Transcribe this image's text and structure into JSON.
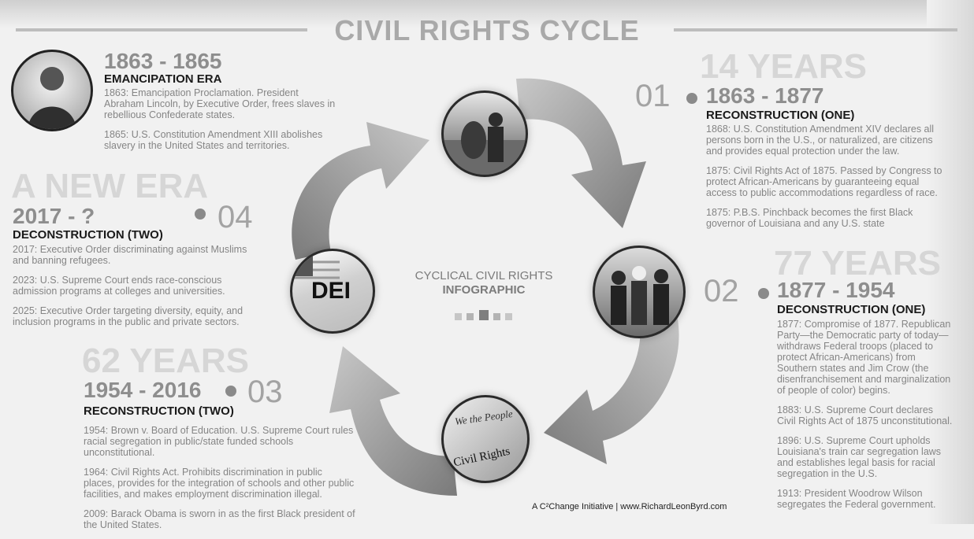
{
  "title": "CIVIL RIGHTS CYCLE",
  "center": {
    "line1": "CYCLICAL CIVIL RIGHTS",
    "line2": "INFOGRAPHIC"
  },
  "credit": "A C²Change Initiative | www.RichardLeonByrd.com",
  "emancipation": {
    "years": "1863 - 1865",
    "era": "EMANCIPATION ERA",
    "events": [
      "1863: Emancipation Proclamation. President Abraham Lincoln, by Executive Order, frees slaves in rebellious Confederate states.",
      "1865: U.S. Constitution Amendment XIII abolishes slavery in the United States and territories."
    ]
  },
  "stages": [
    {
      "number": "01",
      "duration": "14 YEARS",
      "years": "1863 - 1877",
      "era": "RECONSTRUCTION (ONE)",
      "events": [
        "1868: U.S. Constitution Amendment XIV declares all persons born in the U.S., or naturalized, are citizens and provides equal protection under the law.",
        "1875: Civil Rights Act of 1875. Passed by Congress to protect African-Americans by guaranteeing equal access to public accommodations regardless of race.",
        "1875: P.B.S. Pinchback becomes the first Black governor of Louisiana and any U.S. state"
      ]
    },
    {
      "number": "02",
      "duration": "77 YEARS",
      "years": "1877 - 1954",
      "era": "DECONSTRUCTION (ONE)",
      "events": [
        "1877: Compromise of 1877. Republican Party—the Democratic party of today—withdraws Federal troops (placed to protect African-Americans) from Southern states and Jim Crow (the disenfranchisement and marginalization of people of color) begins.",
        "1883: U.S. Supreme Court declares Civil Rights Act of 1875 unconstitutional.",
        "1896: U.S. Supreme Court upholds Louisiana's train car segregation laws and establishes legal basis for racial segregation in the U.S.",
        "1913: President Woodrow Wilson segregates the Federal government."
      ]
    },
    {
      "number": "03",
      "duration": "62 YEARS",
      "years": "1954 - 2016",
      "era": "RECONSTRUCTION (TWO)",
      "events": [
        "1954: Brown v. Board of Education. U.S. Supreme Court rules racial segregation in public/state funded schools unconstitutional.",
        "1964: Civil Rights Act. Prohibits discrimination in public places, provides for the integration of schools and other public facilities, and makes employment discrimination illegal.",
        "2009: Barack Obama is sworn in as the first Black president of the United States."
      ]
    },
    {
      "number": "04",
      "duration": "A NEW ERA",
      "years": "2017 - ?",
      "era": "DECONSTRUCTION (TWO)",
      "events": [
        "2017: Executive Order discriminating against Muslims and banning refugees.",
        "2023: U.S. Supreme Court ends race-conscious admission programs at colleges and universities.",
        "2025: Executive Order targeting diversity, equity, and inclusion programs in the public and private sectors."
      ]
    }
  ],
  "badges": {
    "dei": "DEI",
    "civil_rights_book": "Civil Rights",
    "we_the_people": "We the People"
  },
  "colors": {
    "arrow_dark": "#7a7a7a",
    "arrow_light": "#c8c8c8",
    "text_gray": "#858585"
  }
}
